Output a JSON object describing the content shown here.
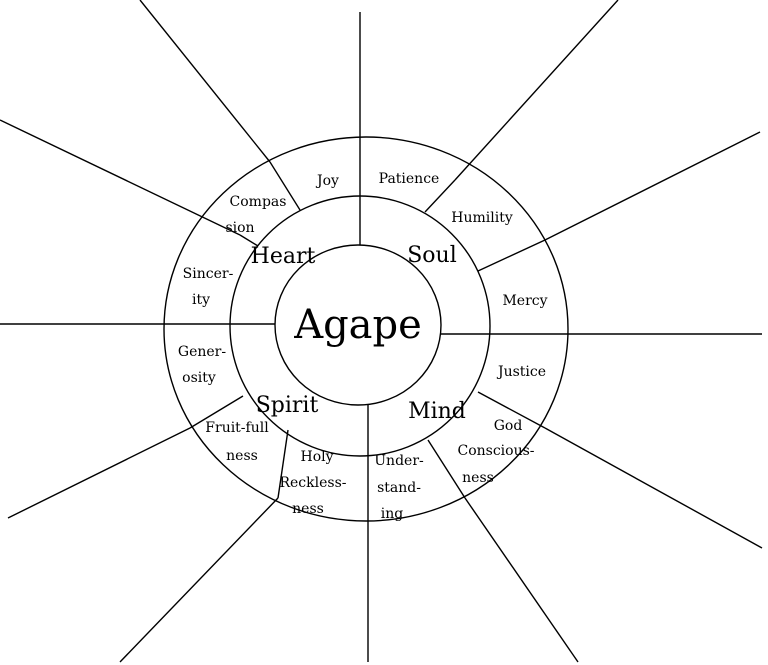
{
  "diagram": {
    "center_label": "Agape",
    "quadrants": {
      "heart": "Heart",
      "soul": "Soul",
      "spirit": "Spirit",
      "mind": "Mind"
    },
    "virtues": {
      "joy": "Joy",
      "patience": "Patience",
      "compassion_1": "Compas",
      "compassion_2": "sion",
      "humility": "Humility",
      "sincerity_1": "Sincer-",
      "sincerity_2": "ity",
      "mercy": "Mercy",
      "generosity_1": "Gener-",
      "generosity_2": "osity",
      "justice": "Justice",
      "fruitfulness_1": "Fruit-full",
      "fruitfulness_2": "ness",
      "god_consciousness_1": "God",
      "god_consciousness_2": "Conscious-",
      "god_consciousness_3": "ness",
      "holy_recklessness_1": "Holy",
      "holy_recklessness_2": "Reckless-",
      "holy_recklessness_3": "ness",
      "understanding_1": "Under-",
      "understanding_2": "stand-",
      "understanding_3": "ing"
    }
  }
}
